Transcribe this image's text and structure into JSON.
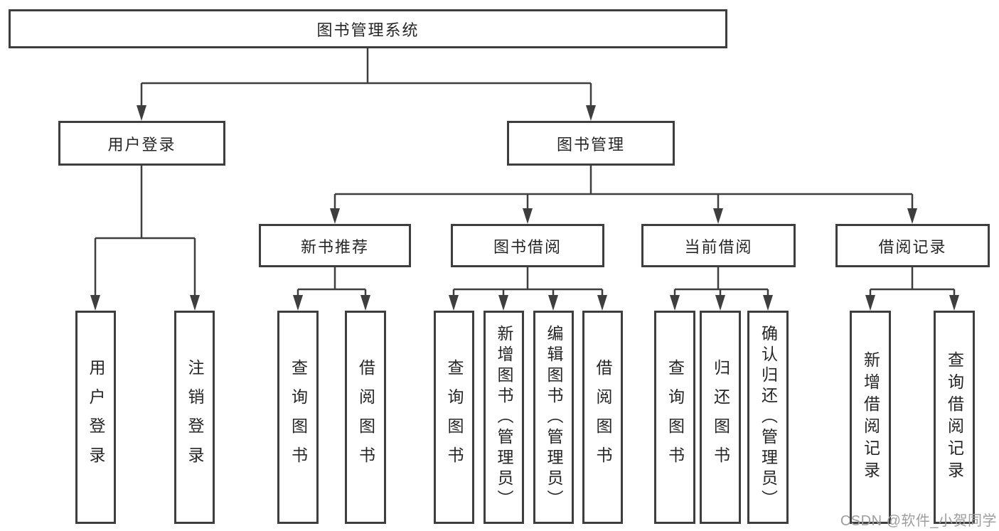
{
  "tree": {
    "root": {
      "label": "图书管理系统",
      "children": [
        {
          "label": "用户登录",
          "children": [
            {
              "label": "用户登录"
            },
            {
              "label": "注销登录"
            }
          ]
        },
        {
          "label": "图书管理",
          "children": [
            {
              "label": "新书推荐",
              "children": [
                {
                  "label": "查询图书"
                },
                {
                  "label": "借阅图书"
                }
              ]
            },
            {
              "label": "图书借阅",
              "children": [
                {
                  "label": "查询图书"
                },
                {
                  "label": "新增图书（管理员）"
                },
                {
                  "label": "编辑图书（管理员）"
                },
                {
                  "label": "借阅图书"
                }
              ]
            },
            {
              "label": "当前借阅",
              "children": [
                {
                  "label": "查询图书"
                },
                {
                  "label": "归还图书"
                },
                {
                  "label": "确认归还（管理员）"
                }
              ]
            },
            {
              "label": "借阅记录",
              "children": [
                {
                  "label": "新增借阅记录"
                },
                {
                  "label": "查询借阅记录"
                }
              ]
            }
          ]
        }
      ]
    }
  },
  "watermark": {
    "text": "CSDN @软件_小贺同学"
  },
  "colors": {
    "line": "#3e3e3e",
    "node_border": "#3e3e3e",
    "node_text": "#262626",
    "watermark": "#9e9e9e",
    "background": "#ffffff"
  }
}
